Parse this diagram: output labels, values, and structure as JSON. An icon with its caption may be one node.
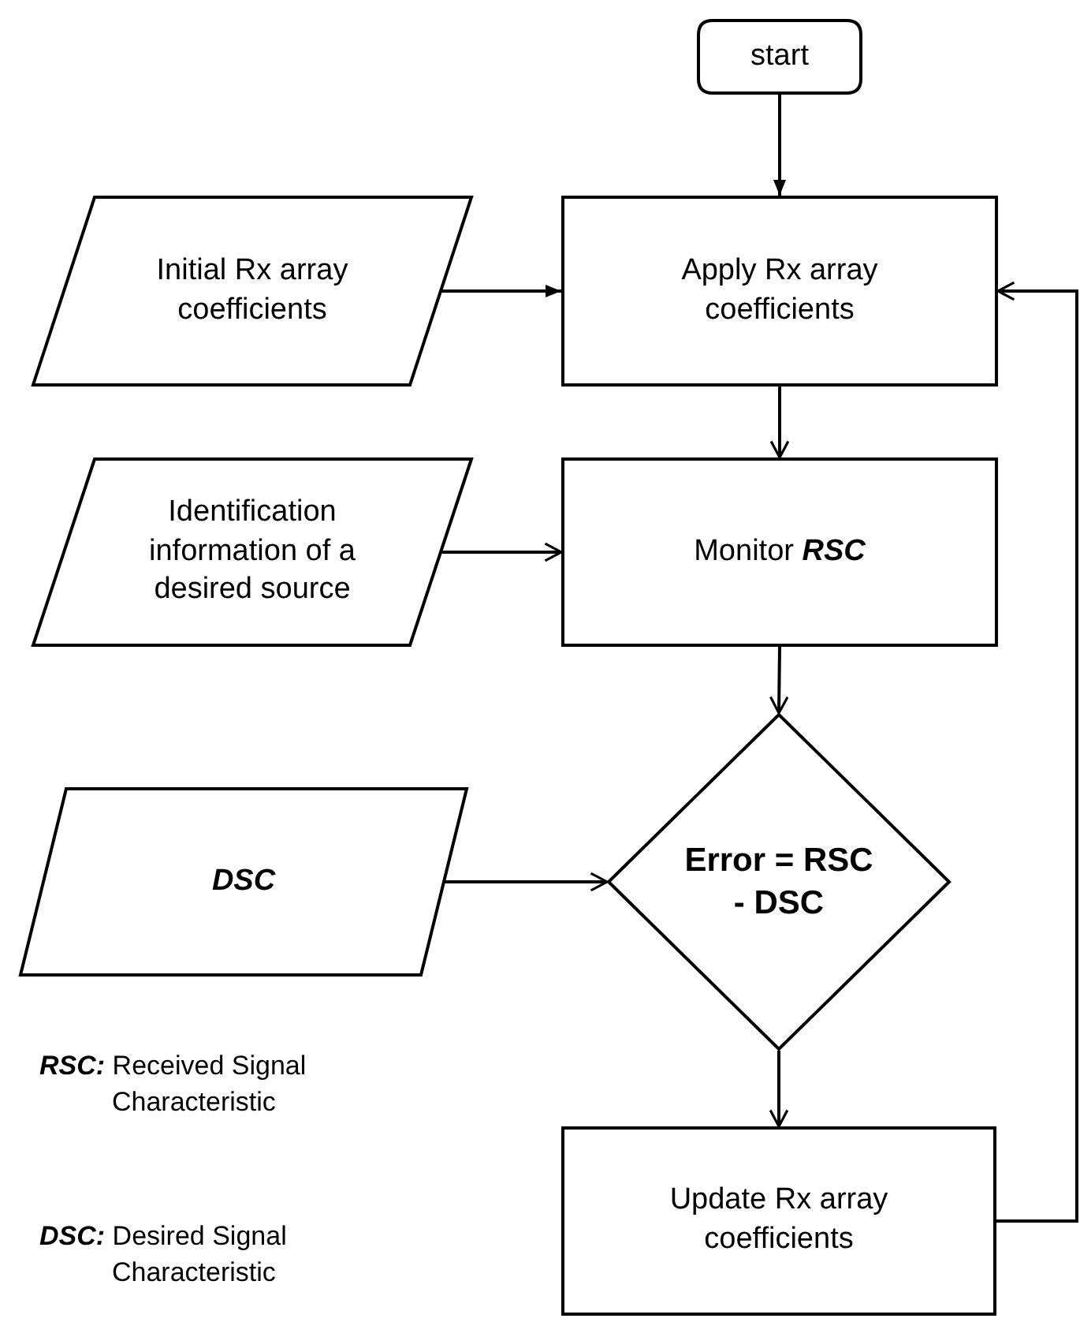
{
  "diagram": {
    "nodes": [
      {
        "text": [
          "start"
        ]
      },
      {
        "text": [
          "Initial Rx array coefficients"
        ]
      },
      {
        "text": [
          "Apply Rx array coefficients"
        ]
      },
      {
        "text": [
          "Identification information of a desired source"
        ]
      },
      {
        "text": [
          "Monitor **RSC**"
        ]
      },
      {
        "text": [
          "DSC"
        ]
      },
      {
        "text": [
          "Error = RSC - DSC"
        ]
      },
      {
        "text": [
          "Update Rx array coefficients"
        ]
      }
    ],
    "edges": [
      {
        "from": 0,
        "to": 2,
        "arrow": "to"
      },
      {
        "from": 1,
        "to": 2,
        "arrow": "to"
      },
      {
        "from": 2,
        "to": 4,
        "arrow": "to"
      },
      {
        "from": 3,
        "to": 4,
        "arrow": "to"
      },
      {
        "from": 4,
        "to": 6,
        "arrow": "to"
      },
      {
        "from": 5,
        "to": 6,
        "arrow": "to"
      },
      {
        "from": 6,
        "to": 7,
        "arrow": "to"
      },
      {
        "from": 7,
        "to": 2,
        "arrow": "to"
      }
    ],
    "labels": [
      "**RSC:** Received Signal Characteristic",
      "**DSC:** Desired Signal Characteristic"
    ]
  }
}
